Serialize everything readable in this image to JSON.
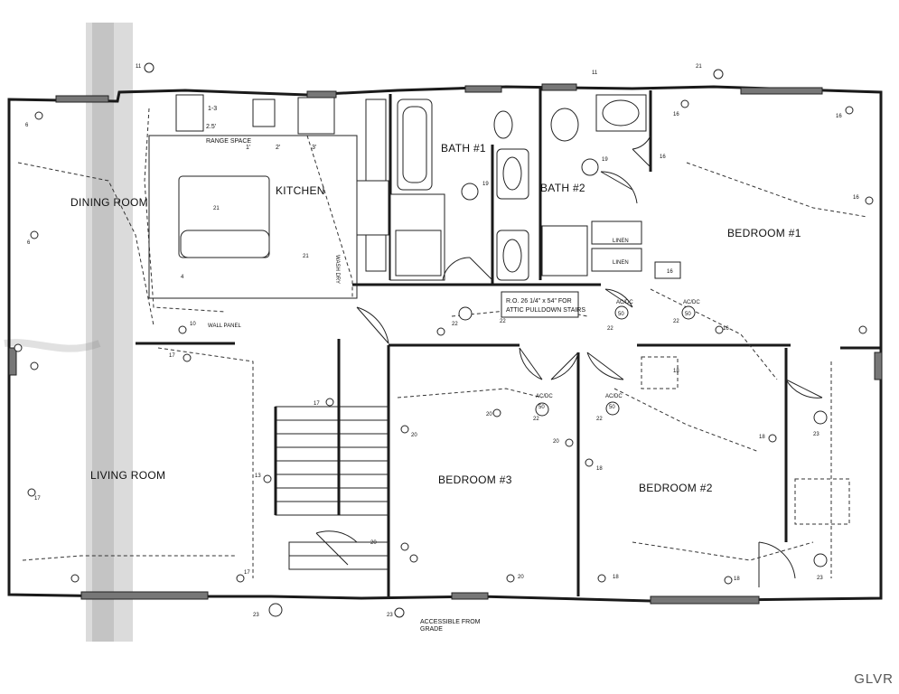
{
  "rooms": {
    "dining_room": "DINING ROOM",
    "living_room": "LIVING ROOM",
    "kitchen": "KITCHEN",
    "bath1": "BATH #1",
    "bath2": "BATH #2",
    "bedroom1": "BEDROOM #1",
    "bedroom2": "BEDROOM #2",
    "bedroom3": "BEDROOM #3"
  },
  "notes": {
    "attic_line1": "R.O. 26 1/4\" x 54\" FOR",
    "attic_line2": "ATTIC PULLDOWN STAIRS",
    "accessible_line1": "ACCESSIBLE FROM",
    "accessible_line2": "GRADE",
    "range_space": "RANGE SPACE",
    "dims_kitchen": [
      "1'",
      "2'",
      "3'"
    ],
    "dim_25": "2.5'",
    "dim_13": "1-3",
    "linen": "LINEN",
    "ac_dc": "AC/DC",
    "wall_panel": "WALL PANEL",
    "wash_dry": "WASH DRY"
  },
  "watermark": "GLVR"
}
